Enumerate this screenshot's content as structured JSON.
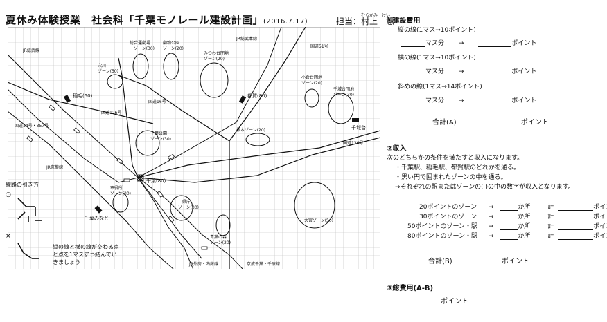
{
  "header": {
    "title": "夏休み体験授業　社会科「千葉モノレール建設計画」",
    "date": "(2016.7.17)",
    "teacher_label": "担当：",
    "teacher_name": "村上　慧",
    "ruby_surname": "むらかみ",
    "ruby_given": "けい"
  },
  "map": {
    "lines": {
      "jr_sobu": "JR総武線",
      "jr_sobu_honsen": "JR総武本線",
      "jr_keiyo": "JR京葉線",
      "jr_sotobo": "JR外房・内房線",
      "keisei": "京成千葉・千原線"
    },
    "roads": {
      "r16": "国道16号",
      "r126a": "国道126号",
      "r14": "国道14号・357号",
      "r51": "国道51号",
      "r126b": "国道126号"
    },
    "stations": {
      "inage": "稲毛(50)",
      "tsuga": "都賀(80)",
      "chiba": "千葉(80)",
      "chibaminato": "千葉みなと",
      "chishirodai": "千城台"
    },
    "zones": {
      "sogo": [
        "総合運動場",
        "ゾーン(30)"
      ],
      "dobutsu": [
        "動物公園",
        "ゾーン(20)"
      ],
      "anagawa": [
        "穴川",
        "ゾーン(50)"
      ],
      "mitsuwa": [
        "みつわ台団地",
        "ゾーン(20)"
      ],
      "ogura": [
        "小倉台団地",
        "ゾーン(20)"
      ],
      "chishirodai_danchi": [
        "千城台団地",
        "ゾーン(30)"
      ],
      "sakuragi": "桜木ゾーン(20)",
      "chiba_koen": [
        "千葉公園",
        "ゾーン(30)"
      ],
      "shiyakusho": [
        "市役所",
        "ゾーン(30)"
      ],
      "kencho": [
        "県庁",
        "ゾーン(30)"
      ],
      "aoba": [
        "青葉の森",
        "ゾーン(20)"
      ],
      "omiya": "大宮ゾーン(50)"
    }
  },
  "legend": {
    "title": "線路の引き方",
    "o_mark": "○",
    "x_mark": "×",
    "note": "縦の線と横の線が交わる点と点を1マスずつ結んでいきましょう"
  },
  "section1": {
    "heading": "①建設費用",
    "tate": "縦の線(1マス→10ポイント)",
    "yoko": "横の線(1マス→10ポイント)",
    "naname": "斜めの線(1マス→14ポイント)",
    "masu": "マス分",
    "arrow": "→",
    "point": "ポイント",
    "total_label": "合計(A)"
  },
  "section2": {
    "heading": "②収入",
    "intro": "次のどちらかの条件を満たすと収入になります。",
    "cond1": "・千葉駅、稲毛駅、都賀駅のどれかを通る。",
    "cond2": "・黒い円で囲まれたゾーンの中を通る。",
    "cond3": "→それぞれの駅またはゾーンの(  )の中の数字が収入となります。",
    "rows": [
      "20ポイントのゾーン",
      "30ポイントのゾーン",
      "50ポイントのゾーン・駅",
      "80ポイントのゾーン・駅"
    ],
    "arrow": "→",
    "kasho": "か所",
    "kei": "計",
    "point": "ポイント",
    "total_label": "合計(B)"
  },
  "section3": {
    "heading": "③総費用(A-B)",
    "point": "ポイント"
  }
}
